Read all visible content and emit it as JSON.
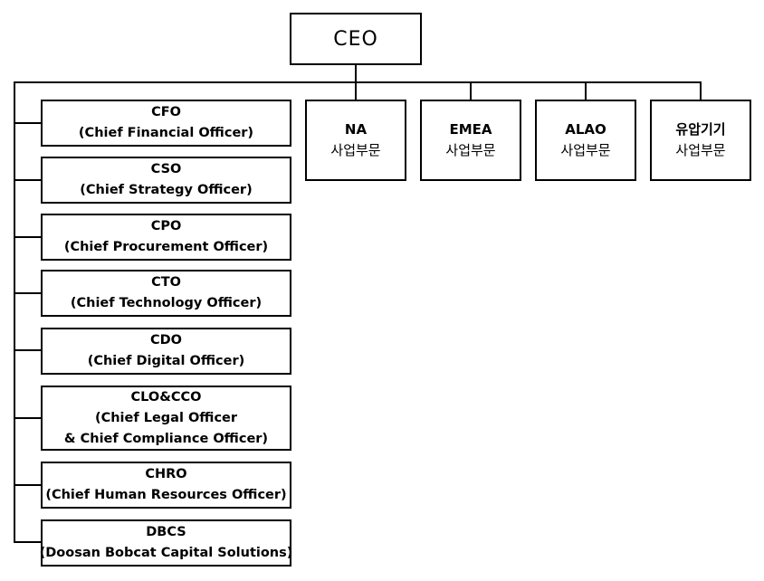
{
  "ceo": {
    "label": "CEO"
  },
  "functions": [
    {
      "abbr": "CFO",
      "lines": [
        "(Chief Financial Officer)"
      ]
    },
    {
      "abbr": "CSO",
      "lines": [
        "(Chief Strategy Officer)"
      ]
    },
    {
      "abbr": "CPO",
      "lines": [
        "(Chief Procurement Officer)"
      ]
    },
    {
      "abbr": "CTO",
      "lines": [
        "(Chief Technology Officer)"
      ]
    },
    {
      "abbr": "CDO",
      "lines": [
        "(Chief Digital Officer)"
      ]
    },
    {
      "abbr": "CLO&CCO",
      "lines": [
        "(Chief Legal Officer",
        "& Chief Compliance Officer)"
      ]
    },
    {
      "abbr": "CHRO",
      "lines": [
        "(Chief Human Resources Officer)"
      ]
    },
    {
      "abbr": "DBCS",
      "lines": [
        "(Doosan Bobcat Capital Solutions)"
      ]
    }
  ],
  "divisions": [
    {
      "name": "NA",
      "sub": "사업부문"
    },
    {
      "name": "EMEA",
      "sub": "사업부문"
    },
    {
      "name": "ALAO",
      "sub": "사업부문"
    },
    {
      "name": "유압기기",
      "sub": "사업부문"
    }
  ]
}
